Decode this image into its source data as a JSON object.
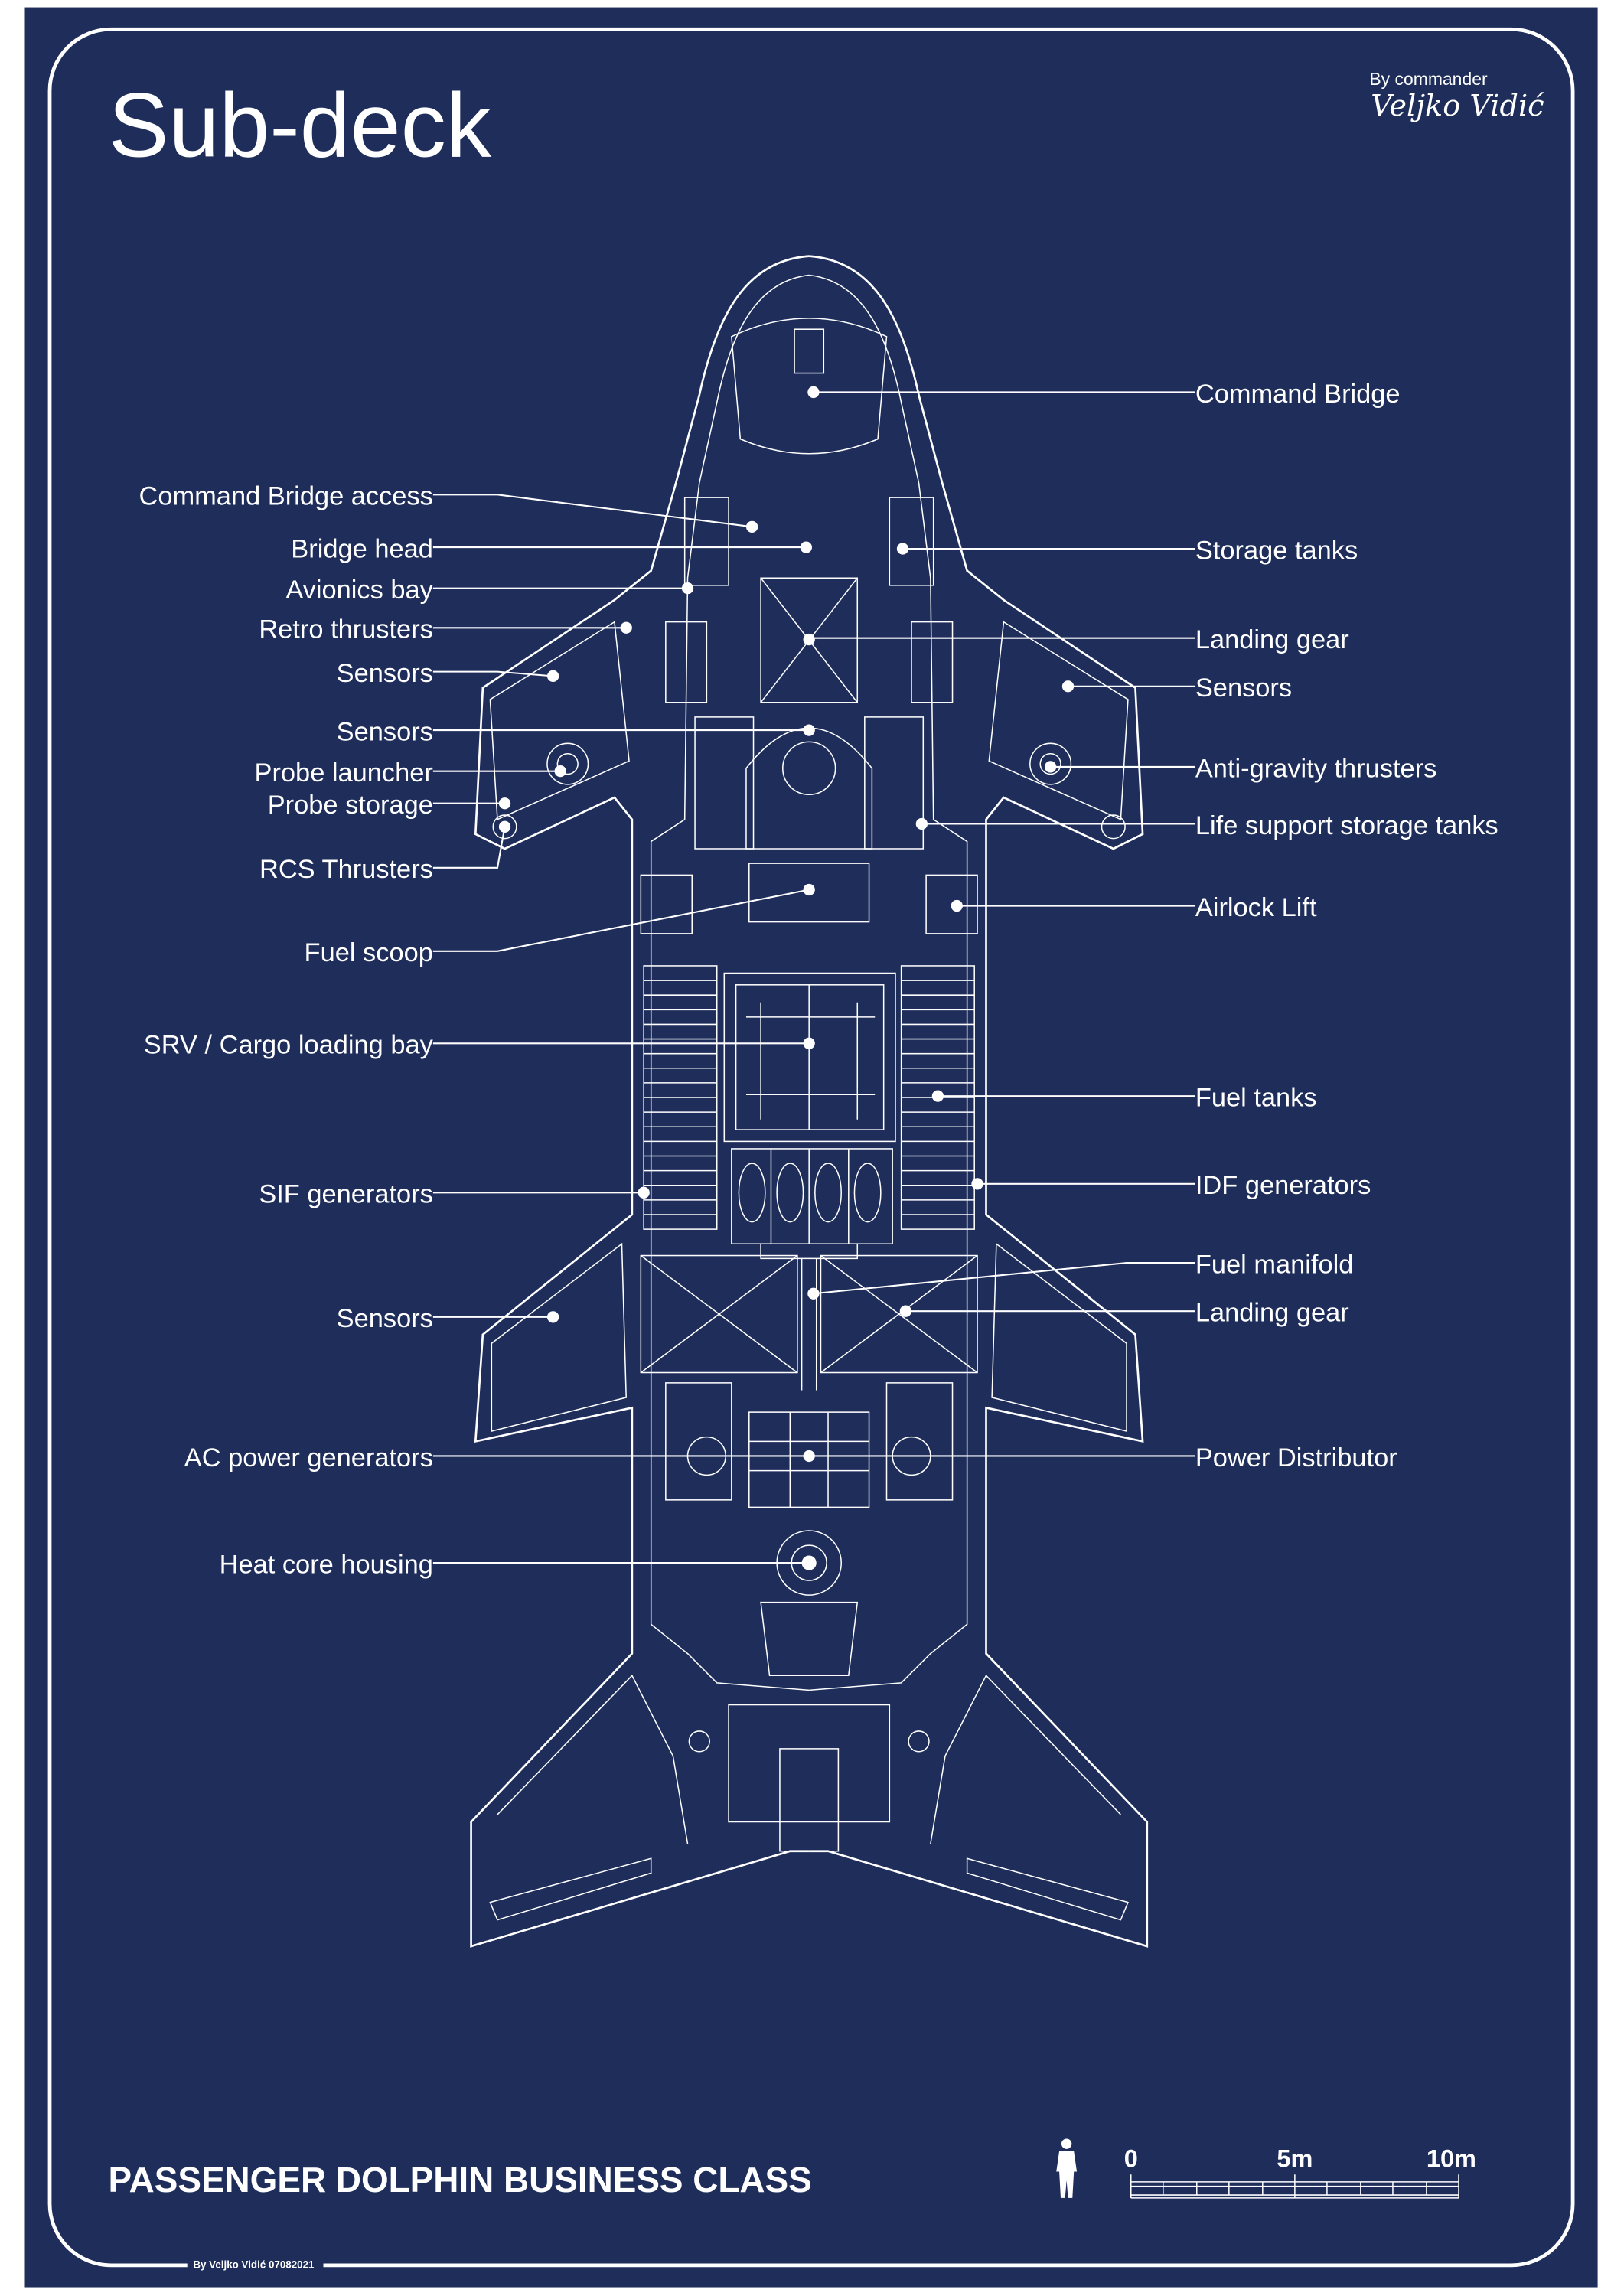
{
  "title": "Sub-deck",
  "credit": {
    "by": "By commander",
    "name": "Veljko Vidić"
  },
  "ship_name": "PASSENGER DOLPHIN BUSINESS CLASS",
  "footer": "By Veljko Vidić 07082021",
  "scale": {
    "zero": "0",
    "mid": "5m",
    "max": "10m"
  },
  "colors": {
    "background": "#1e2d5a",
    "lines": "#ffffff"
  },
  "labels_left": [
    "Command Bridge access",
    "Bridge head",
    "Avionics bay",
    "Retro thrusters",
    "Sensors",
    "Sensors",
    "Probe launcher",
    "Probe storage",
    "RCS Thrusters",
    "Fuel scoop",
    "SRV / Cargo loading bay",
    "SIF generators",
    "Sensors",
    "AC power generators",
    "Heat core housing"
  ],
  "labels_right": [
    "Command Bridge",
    "Storage tanks",
    "Landing gear",
    "Sensors",
    "Anti-gravity thrusters",
    "Life support storage tanks",
    "Airlock Lift",
    "Fuel tanks",
    "IDF generators",
    "Fuel manifold",
    "Landing gear",
    "Power Distributor"
  ]
}
